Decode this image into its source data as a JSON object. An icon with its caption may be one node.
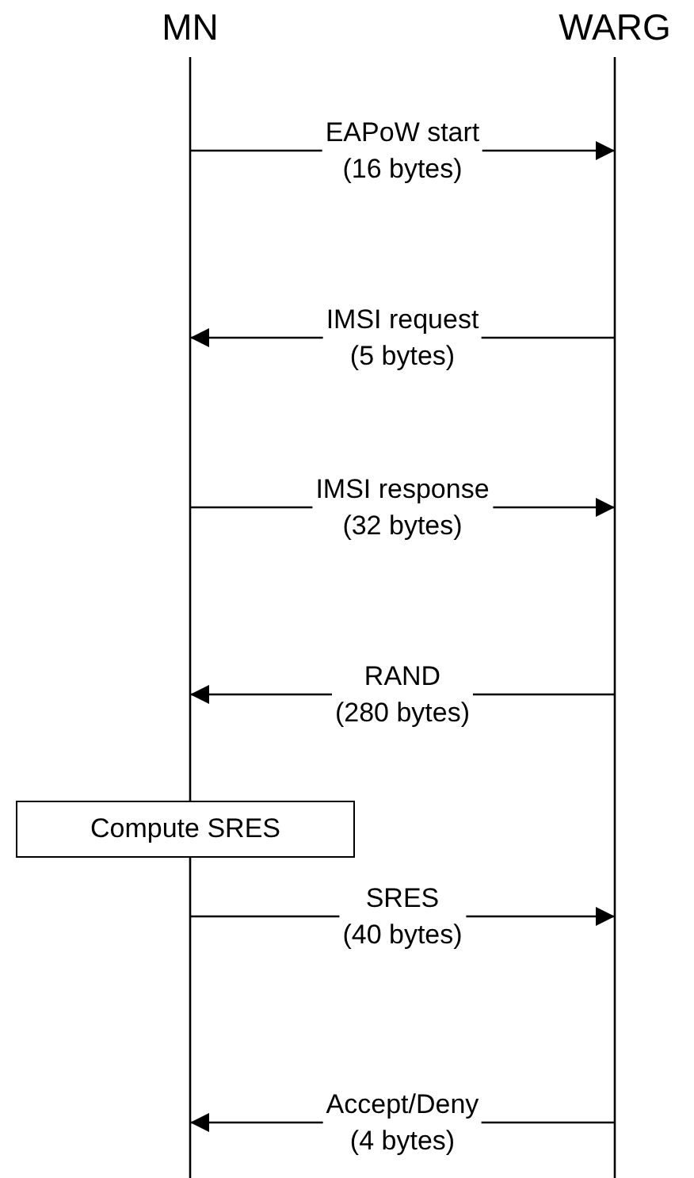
{
  "diagram": {
    "nodes": [
      {
        "text": [
          "MN"
        ]
      },
      {
        "text": [
          "WARG"
        ]
      },
      {
        "text": [
          "Compute SRES"
        ]
      }
    ],
    "edges": [
      {
        "from": 0,
        "to": 1,
        "arrow": "to",
        "label": "EAPoW start (16 bytes)"
      },
      {
        "from": 1,
        "to": 0,
        "arrow": "to",
        "label": "IMSI request (5 bytes)"
      },
      {
        "from": 0,
        "to": 1,
        "arrow": "to",
        "label": "IMSI response (32 bytes)"
      },
      {
        "from": 1,
        "to": 0,
        "arrow": "to",
        "label": "RAND (280 bytes)"
      },
      {
        "from": 0,
        "to": 1,
        "arrow": "to",
        "label": "SRES (40 bytes)"
      },
      {
        "from": 1,
        "to": 0,
        "arrow": "to",
        "label": "Accept/Deny (4 bytes)"
      }
    ]
  }
}
